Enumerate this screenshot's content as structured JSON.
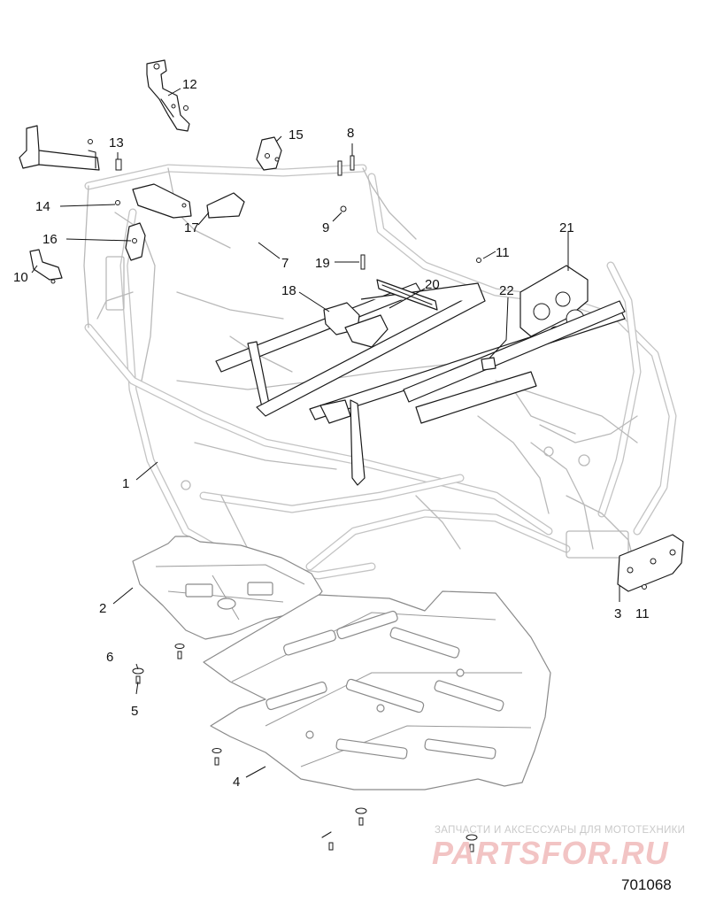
{
  "callouts": [
    {
      "id": "c1",
      "text": "1"
    },
    {
      "id": "c2",
      "text": "2"
    },
    {
      "id": "c3",
      "text": "3"
    },
    {
      "id": "c4",
      "text": "4"
    },
    {
      "id": "c5",
      "text": "5"
    },
    {
      "id": "c6",
      "text": "6"
    },
    {
      "id": "c7",
      "text": "7"
    },
    {
      "id": "c8",
      "text": "8"
    },
    {
      "id": "c9",
      "text": "9"
    },
    {
      "id": "c10",
      "text": "10"
    },
    {
      "id": "c11a",
      "text": "11"
    },
    {
      "id": "c11b",
      "text": "11"
    },
    {
      "id": "c12",
      "text": "12"
    },
    {
      "id": "c13",
      "text": "13"
    },
    {
      "id": "c14",
      "text": "14"
    },
    {
      "id": "c15",
      "text": "15"
    },
    {
      "id": "c16",
      "text": "16"
    },
    {
      "id": "c17",
      "text": "17"
    },
    {
      "id": "c18",
      "text": "18"
    },
    {
      "id": "c19",
      "text": "19"
    },
    {
      "id": "c20",
      "text": "20"
    },
    {
      "id": "c21",
      "text": "21"
    },
    {
      "id": "c22",
      "text": "22"
    }
  ],
  "watermark": {
    "tagline": "ЗАПЧАСТИ И АКСЕССУАРЫ ДЛЯ МОТОТЕХНИКИ",
    "logo": "PARTSFOR.RU"
  },
  "figure_number": "701068"
}
